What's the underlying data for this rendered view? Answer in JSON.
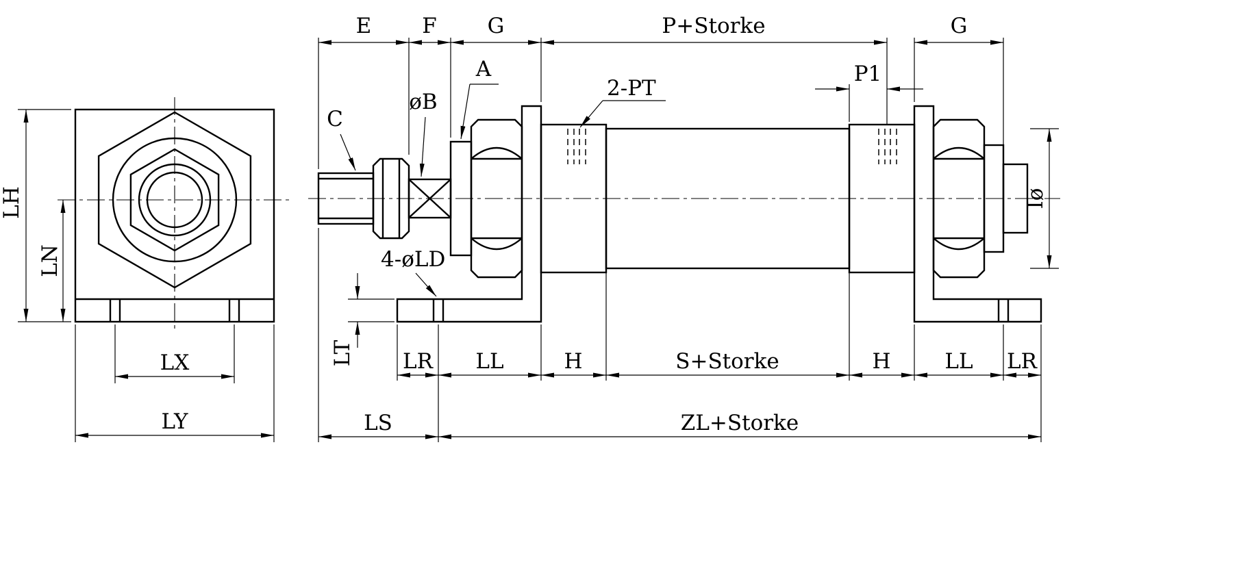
{
  "colors": {
    "line": "#000000",
    "background": "#ffffff"
  },
  "front_view": {
    "lh": "LH",
    "ln": "LN",
    "lx": "LX",
    "ly": "LY"
  },
  "side_view": {
    "e": "E",
    "f": "F",
    "g_left": "G",
    "p_stroke": "P+Storke",
    "p1": "P1",
    "g_right": "G",
    "a": "A",
    "ob": "øB",
    "c": "C",
    "pt": "2-PT",
    "ld": "4-øLD",
    "lt": "LT",
    "lr_left": "LR",
    "ll_left": "LL",
    "h_left": "H",
    "s_stroke": "S+Storke",
    "h_right": "H",
    "ll_right": "LL",
    "lr_right": "LR",
    "ls": "LS",
    "zl_stroke": "ZL+Storke",
    "oi": "Iø"
  }
}
